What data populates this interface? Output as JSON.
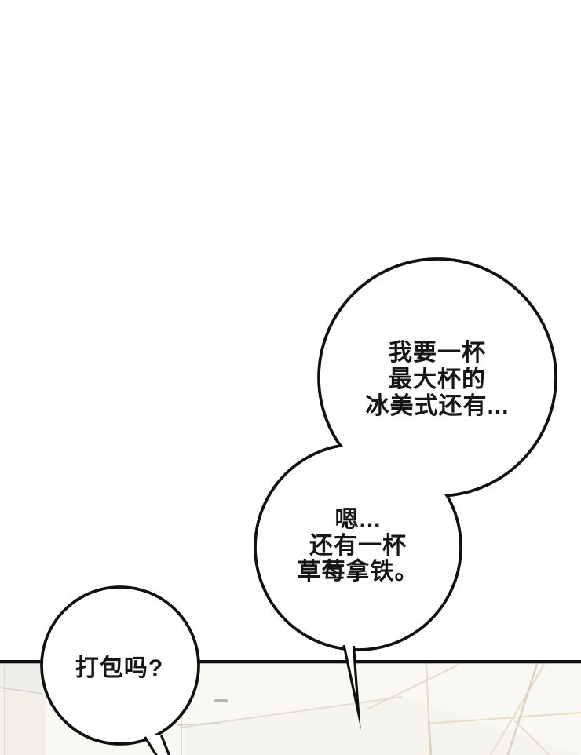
{
  "panel": {
    "kind": "webtoon-comic-panel",
    "bubbles": [
      {
        "role": "customer-order-part-1",
        "text": "我要一杯\n最大杯的\n冰美式还有..."
      },
      {
        "role": "customer-order-part-2",
        "text": "嗯...\n还有一杯\n草莓拿铁。"
      },
      {
        "role": "barista-reply",
        "text": "打包吗?"
      }
    ],
    "colors": {
      "paper": "#ffffff",
      "ink": "#101010",
      "text": "#161616",
      "bg-warm": "#faf8f3",
      "left-wash": "#f1efe8",
      "panel-fill": "#edeee7",
      "panel-edge": "#cfd0c6",
      "counter-fill": "#f6f4ee",
      "counter-edge": "#e2ded3",
      "lattice": "#e6ddcb",
      "lattice-dark": "#dccfbd",
      "dash": "#b6b4ae"
    }
  }
}
